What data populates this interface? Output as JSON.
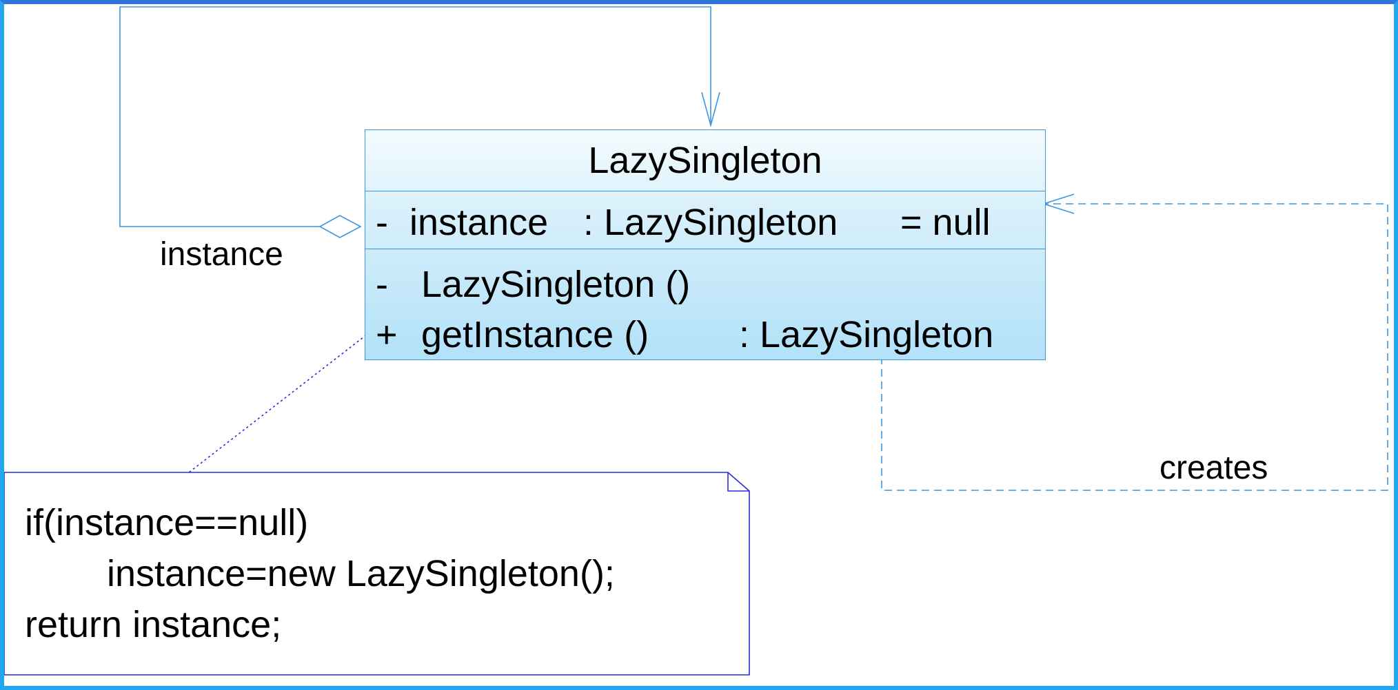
{
  "class": {
    "name": "LazySingleton",
    "attribute": {
      "visibility": "-",
      "name": "instance",
      "type": ": LazySingleton",
      "default": "= null"
    },
    "methods": [
      {
        "visibility": "-",
        "name": "LazySingleton ()",
        "type": ""
      },
      {
        "visibility": "+",
        "name": "getInstance ()",
        "type": ": LazySingleton"
      }
    ]
  },
  "edges": {
    "aggregation_label": "instance",
    "dependency_label": "creates"
  },
  "note": {
    "lines": [
      "if(instance==null)",
      "instance=new LazySingleton();",
      "return instance;"
    ]
  },
  "colors": {
    "class_border": "#3c95e0",
    "connector": "#3c95e0",
    "note_border": "#2a2ad8",
    "frame": "#22a6ee"
  }
}
